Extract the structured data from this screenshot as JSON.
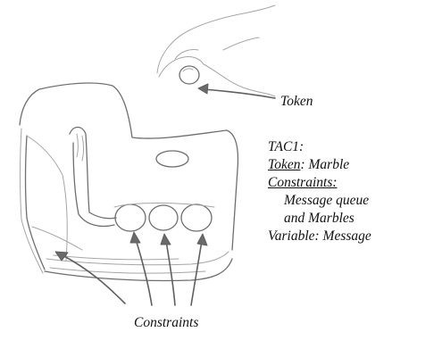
{
  "labels": {
    "token": "Token",
    "tac_title": "TAC1:",
    "token_key": "Token",
    "token_sep": ":",
    "token_value": " Marble",
    "constraints_key": "Constraints",
    "constraints_sep": ":",
    "constraints_line1": "Message queue",
    "constraints_line2": "and Marbles",
    "variable_line": "Variable:  Message",
    "bottom_caption": "Constraints"
  },
  "colors": {
    "pencil": "#6f6f6f",
    "text": "#111111",
    "background": "#ffffff"
  }
}
